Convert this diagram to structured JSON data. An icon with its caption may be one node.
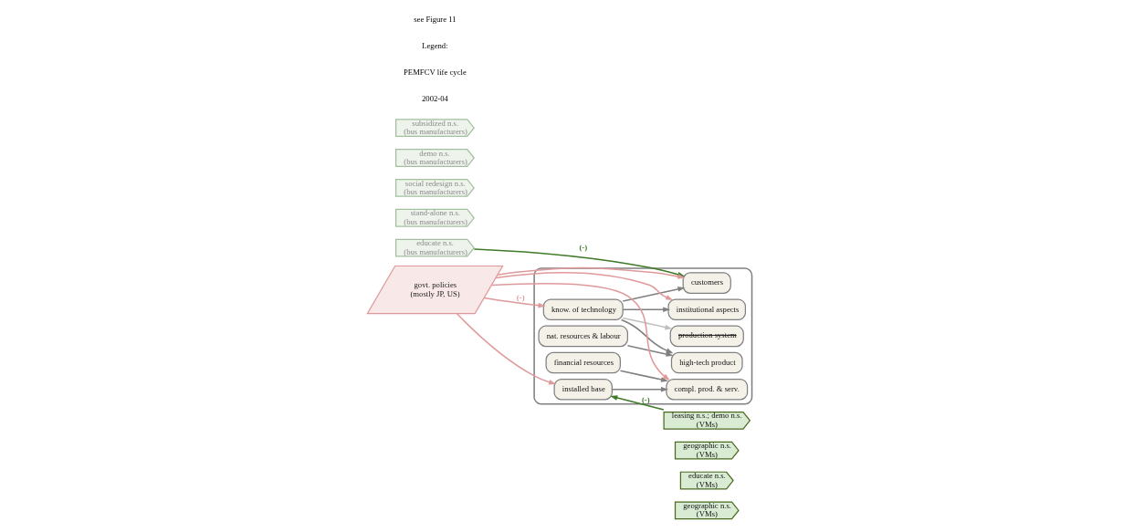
{
  "diagram": {
    "nodes": [
      {
        "text": [
          "subsidized n.s.",
          "(bus manufacturers)"
        ]
      },
      {
        "text": [
          "demo n.s.",
          "(bus manufacturers)"
        ]
      },
      {
        "text": [
          "govt. policies",
          "(mostly JP, US)"
        ]
      },
      {
        "text": [
          "social redesign n.s.",
          "(bus manufacturers)"
        ]
      },
      {
        "text": [
          "educate n.s.",
          "(bus manufacturers)"
        ]
      },
      {
        "text": [
          "stand-alone n.s.",
          "(bus manufacturers)"
        ]
      },
      {
        "text": [],
        "shape": "box"
      },
      {
        "text": [
          "nat. resources & labour"
        ],
        "in": 6
      },
      {
        "text": [
          "know. of technology"
        ],
        "in": 6
      },
      {
        "text": [
          "installed base"
        ],
        "in": 6
      },
      {
        "text": [
          "financial resources"
        ],
        "in": 6
      },
      {
        "text": [
          "high-tech product"
        ],
        "in": 6
      },
      {
        "text": [
          "production system"
        ],
        "in": 6
      },
      {
        "text": [
          "institutional aspects"
        ],
        "in": 6
      },
      {
        "text": [
          "customers"
        ],
        "in": 6
      },
      {
        "text": [
          "compl. prod. & serv."
        ],
        "in": 6
      },
      {
        "text": [
          "leasing n.s.; demo n.s.",
          "(VMs)"
        ]
      },
      {
        "text": [
          "geographic n.s.",
          "(VMs)"
        ]
      },
      {
        "text": [
          "educate n.s.",
          "(VMs)"
        ]
      },
      {
        "text": [
          "geographic n.s.",
          "(VMs)"
        ]
      }
    ],
    "edges": [
      {
        "from": 7,
        "to": 11,
        "arrow": "to"
      },
      {
        "from": 8,
        "to": 11,
        "arrow": "to"
      },
      {
        "from": 8,
        "to": 12,
        "arrow": "to",
        "color": "#c0c0c0"
      },
      {
        "from": 8,
        "to": 13,
        "arrow": "to"
      },
      {
        "from": 8,
        "to": 14,
        "arrow": "to"
      },
      {
        "from": 9,
        "to": 15,
        "arrow": "to"
      },
      {
        "from": 10,
        "to": 15,
        "arrow": "to"
      },
      {
        "from": 2,
        "to": 8,
        "arrow": "to",
        "label": "(-)",
        "color": "#e0999b"
      },
      {
        "from": 2,
        "to": 13,
        "arrow": "to",
        "color": "#e0999b"
      },
      {
        "from": 2,
        "to": 14,
        "arrow": "to",
        "color": "#e0999b"
      },
      {
        "from": 2,
        "to": 9,
        "arrow": "to",
        "color": "#e0999b"
      },
      {
        "from": 2,
        "to": 15,
        "arrow": "to",
        "color": "#e0999b"
      },
      {
        "from": 16,
        "to": 9,
        "arrow": "to",
        "label": "(-)",
        "color": "#3f7a28"
      },
      {
        "from": 4,
        "to": 14,
        "arrow": "to",
        "label": "(-)",
        "color": "#3f7a28"
      }
    ],
    "labels": [
      "2002-04",
      "PEMFCV life cycle",
      "Legend:",
      "see Figure 11"
    ]
  }
}
